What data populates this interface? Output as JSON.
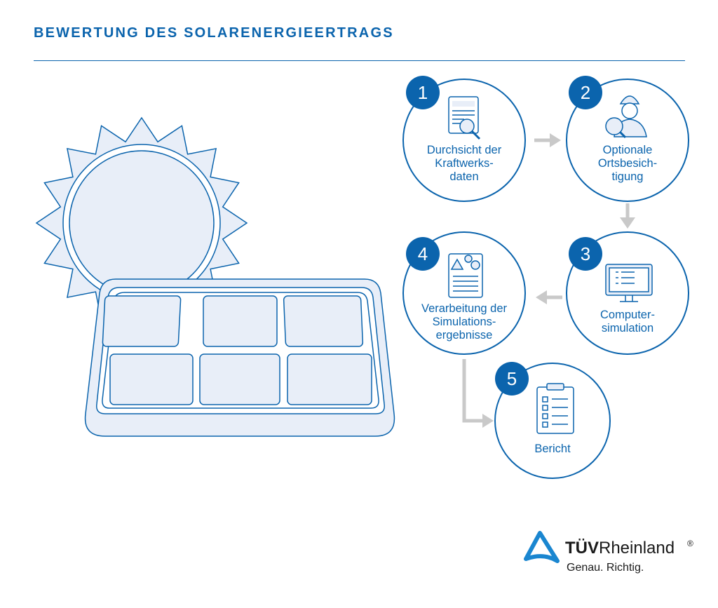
{
  "title": "BEWERTUNG DES SOLARENERGIEERTRAGS",
  "colors": {
    "primary": "#0b64ad",
    "fill": "#e8eef8",
    "arrow": "#c9c9c9"
  },
  "steps": [
    {
      "number": "1",
      "label": "Durchsicht der Kraftwerks-daten",
      "lines": [
        "Durchsicht der",
        "Kraftwerks-",
        "daten"
      ],
      "icon": "document-magnifier-icon"
    },
    {
      "number": "2",
      "label": "Optionale Ortsbesichtigung",
      "lines": [
        "Optionale",
        "Ortsbesich-",
        "tigung"
      ],
      "icon": "inspector-icon"
    },
    {
      "number": "3",
      "label": "Computersimulation",
      "lines": [
        "Computer-",
        "simulation"
      ],
      "icon": "monitor-icon"
    },
    {
      "number": "4",
      "label": "Verarbeitung der Simulationsergebnisse",
      "lines": [
        "Verarbeitung der",
        "Simulations-",
        "ergebnisse"
      ],
      "icon": "document-gears-icon"
    },
    {
      "number": "5",
      "label": "Bericht",
      "lines": [
        "Bericht"
      ],
      "icon": "clipboard-checklist-icon"
    }
  ],
  "logo": {
    "brand_bold": "TÜV",
    "brand_regular": "Rheinland",
    "registered": "®",
    "tagline": "Genau. Richtig."
  }
}
